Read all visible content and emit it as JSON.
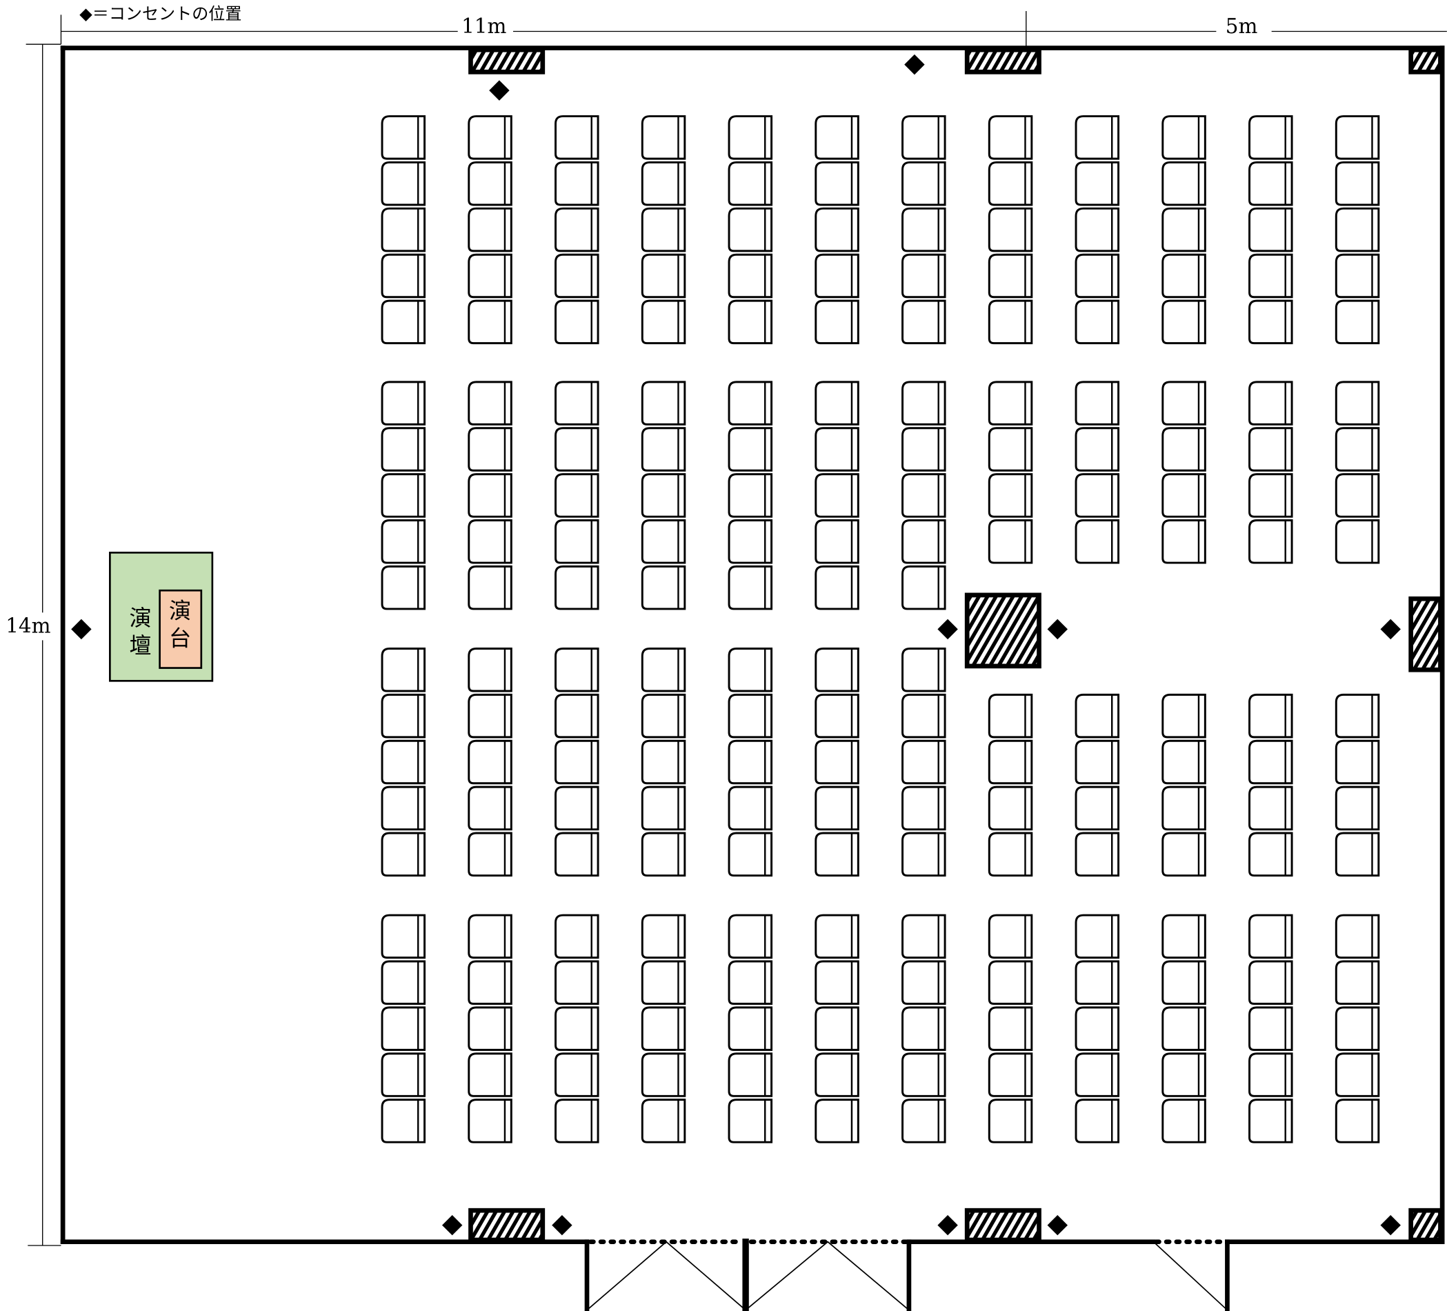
{
  "legend": {
    "text": "◆＝コンセントの位置"
  },
  "dimensions": {
    "width_left": "11m",
    "width_right": "5m",
    "height": "14m"
  },
  "podium": {
    "stage_label_1": "演",
    "stage_label_2": "壇",
    "lectern_label_1": "演",
    "lectern_label_2": "台"
  },
  "colors": {
    "stage": "#c5e0b4",
    "lectern": "#f8cbad",
    "line": "#000000"
  },
  "seating": {
    "columns": 12,
    "blocks": [
      {
        "rows_by_column": [
          5,
          5,
          5,
          5,
          5,
          5,
          5,
          5,
          5,
          5,
          5,
          5
        ]
      },
      {
        "rows_by_column": [
          5,
          5,
          5,
          5,
          5,
          5,
          5,
          4,
          4,
          4,
          4,
          4
        ]
      },
      {
        "rows_by_column": [
          5,
          5,
          5,
          5,
          5,
          5,
          5,
          4,
          4,
          4,
          4,
          4
        ],
        "short_columns_align": "bottom"
      },
      {
        "rows_by_column": [
          5,
          5,
          5,
          5,
          5,
          5,
          5,
          5,
          5,
          5,
          5,
          5
        ]
      }
    ]
  }
}
